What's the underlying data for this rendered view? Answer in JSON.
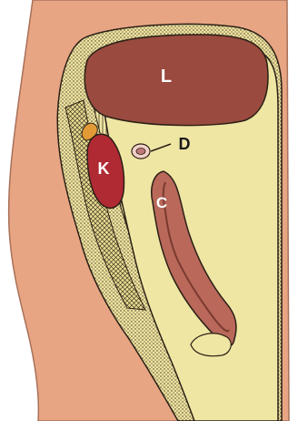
{
  "labels": {
    "liver": "L",
    "kidney": "K",
    "duodenum": "D",
    "colon": "C"
  },
  "colors": {
    "background": "#ffffff",
    "skin": "#e8a583",
    "skin_edge": "#a8715a",
    "peritoneum": "#f0e6a4",
    "fat_stipple": "#e9dc93",
    "liver": "#9a4a3e",
    "kidney": "#b02a33",
    "adrenal": "#e29a36",
    "colon": "#b9685a",
    "outline": "#2a2016",
    "label_text": "#ffffff",
    "pointer_label_text": "#1a1a1a"
  }
}
